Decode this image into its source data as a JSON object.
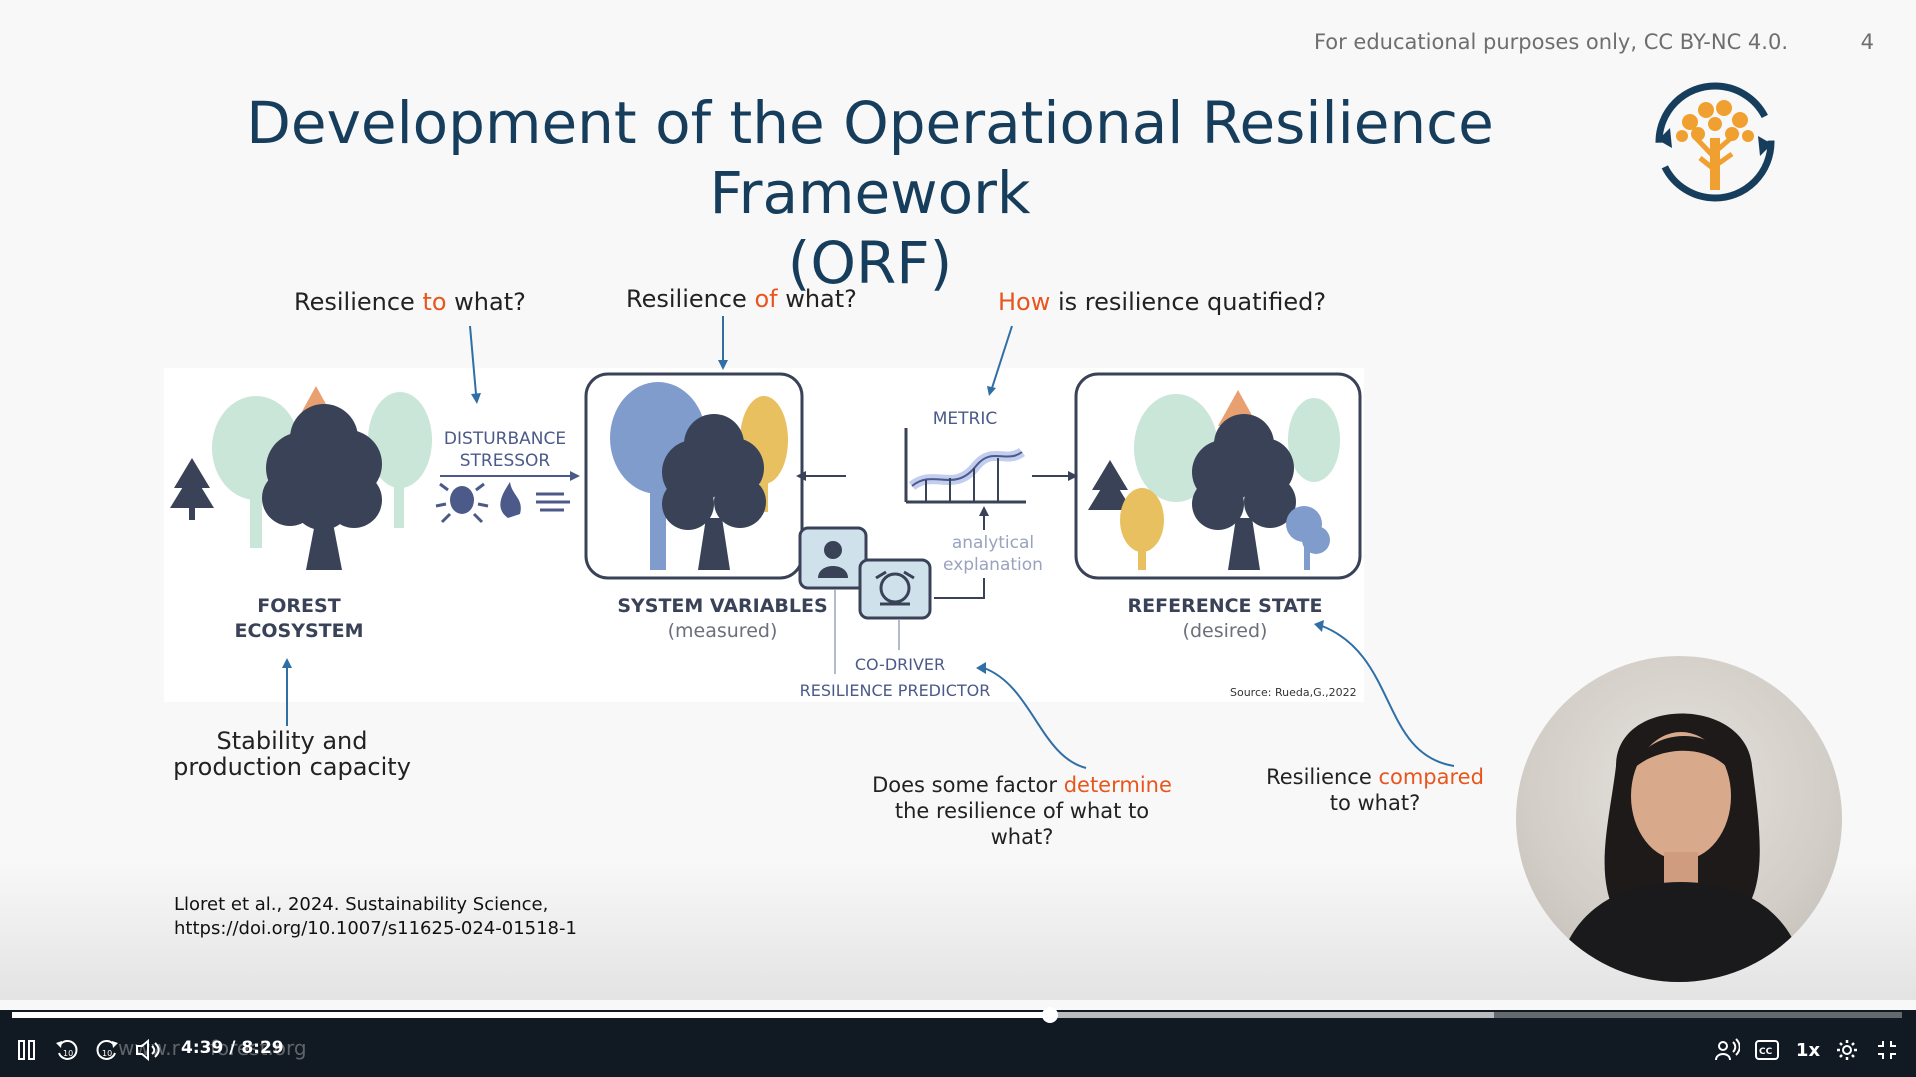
{
  "slide": {
    "license": "For educational purposes only, CC BY-NC 4.0.",
    "page_number": "4",
    "title_line1": "Development of the Operational Resilience Framework",
    "title_line2": "(ORF)",
    "questions": {
      "to_pre": "Resilience ",
      "to_hl": "to",
      "to_post": " what?",
      "of_pre": "Resilience ",
      "of_hl": "of",
      "of_post": " what?",
      "how_hl": "How",
      "how_post": " is resilience quatified?",
      "stability_line1": "Stability and",
      "stability_line2": "production capacity",
      "determine_pre": "Does some factor ",
      "determine_hl": "determine",
      "determine_line2": "the resilience of what to",
      "determine_line3": "what?",
      "compared_pre": "Resilience ",
      "compared_hl": "compared",
      "compared_line2": "to what?"
    },
    "diagram": {
      "forest_line1": "FOREST",
      "forest_line2": "ECOSYSTEM",
      "disturbance_line1": "DISTURBANCE",
      "disturbance_line2": "STRESSOR",
      "system_variables": "SYSTEM VARIABLES",
      "measured": "(measured)",
      "metric": "METRIC",
      "analytical_line1": "analytical",
      "analytical_line2": "explanation",
      "codriver": "CO-DRIVER",
      "predictor": "RESILIENCE PREDICTOR",
      "reference_state": "REFERENCE STATE",
      "desired": "(desired)",
      "source": "Source: Rueda,G.,2022"
    },
    "citation_line1": "Lloret et al., 2024. Sustainability Science,",
    "citation_line2": "https://doi.org/10.1007/s11625-024-01518-1",
    "watermark": "www.r   forest.org"
  },
  "player": {
    "time": "4:39 / 8:29",
    "progress": 0.549,
    "buffered": 0.784,
    "speed": "1x",
    "icons": {
      "pause": "pause-icon",
      "rewind": "rewind-10-icon",
      "forward": "forward-10-icon",
      "volume": "volume-icon",
      "audio_description": "audio-description-icon",
      "captions": "closed-captions-icon",
      "settings": "gear-icon",
      "exit_fullscreen": "exit-fullscreen-icon"
    },
    "rewind_label": "10",
    "forward_label": "10",
    "cc_label": "CC"
  },
  "colors": {
    "title": "#163e5c",
    "highlight": "#e8551d",
    "arrow": "#2f6fa6",
    "player_bg": "#111923",
    "dark_tree": "#3a4258",
    "orange_tree": "#e8a040"
  }
}
